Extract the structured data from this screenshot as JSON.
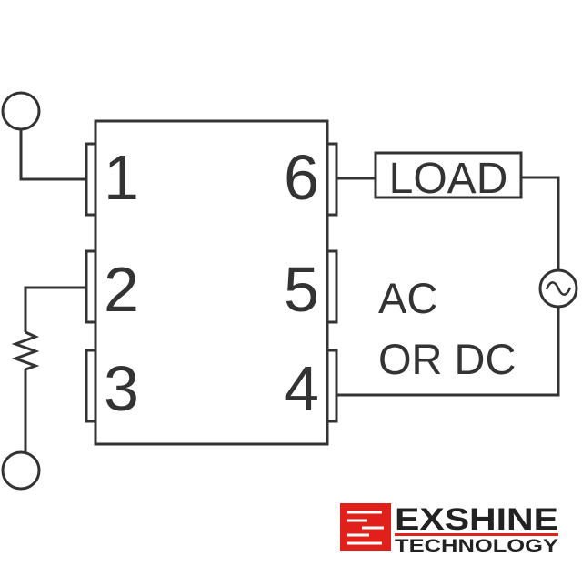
{
  "diagram": {
    "pins": {
      "p1": "1",
      "p2": "2",
      "p3": "3",
      "p4": "4",
      "p5": "5",
      "p6": "6"
    },
    "load_label": "LOAD",
    "supply_line1": "AC",
    "supply_line2": "OR DC",
    "ac_source_icon": "ac-source-icon",
    "resistor_icon": "resistor-icon"
  },
  "logo": {
    "company": "EXSHINE",
    "subtitle": "TECHNOLOGY",
    "accent_color": "#e0201b"
  },
  "colors": {
    "line": "#333333",
    "background": "#ffffff"
  }
}
